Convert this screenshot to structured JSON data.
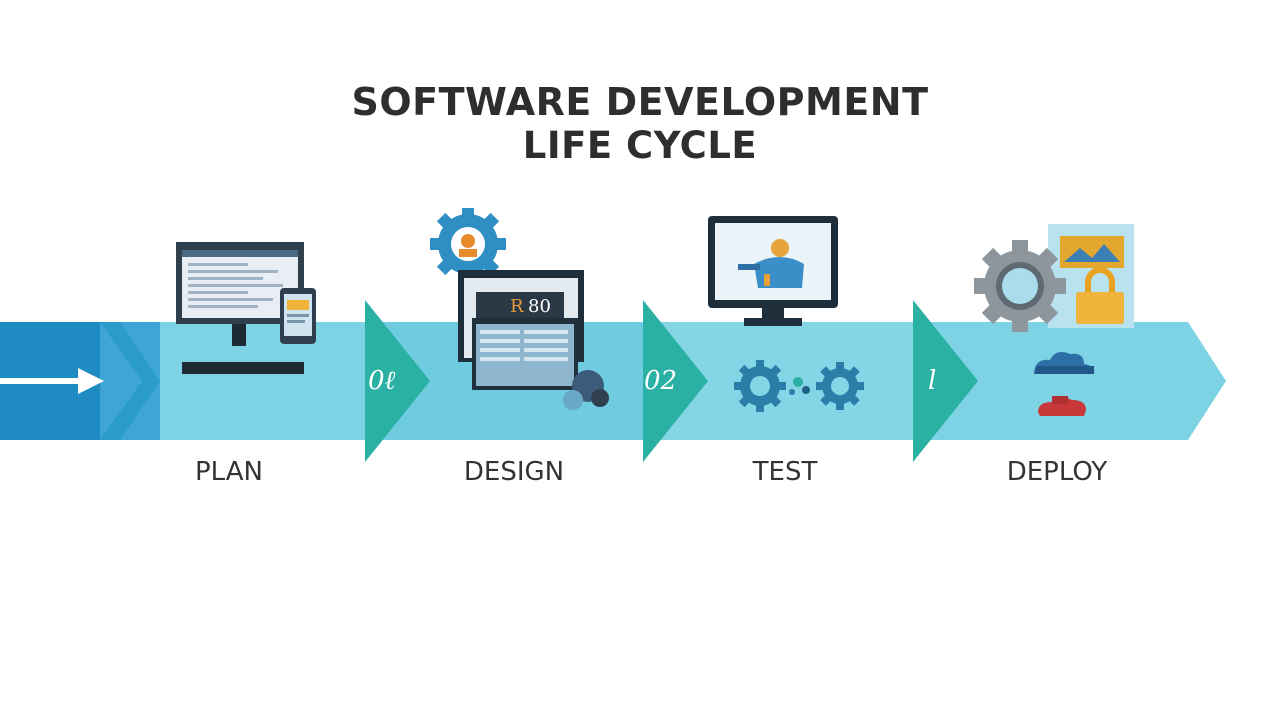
{
  "title": {
    "line1": "SOFTWARE DEVELOPMENT",
    "line2": "LIFE CYCLE"
  },
  "stages": [
    {
      "label": "PLAN"
    },
    {
      "label": "DESIGN",
      "number": "0ℓ"
    },
    {
      "label": "TEST",
      "number": "02"
    },
    {
      "label": "DEPLOY",
      "number": "l"
    }
  ],
  "icons": {
    "start_arrow": "arrow-right-icon",
    "plan": "desktop-tablet-icon",
    "design": "gear-window-icon",
    "test": "monitor-gears-icon",
    "deploy": "gear-lock-cloud-icon"
  },
  "colors": {
    "band_dark": "#1e8bc3",
    "band_light": "#7dd3e3",
    "chevron": "#2bb1a4",
    "title": "#2e2e2e",
    "label": "#333333"
  }
}
